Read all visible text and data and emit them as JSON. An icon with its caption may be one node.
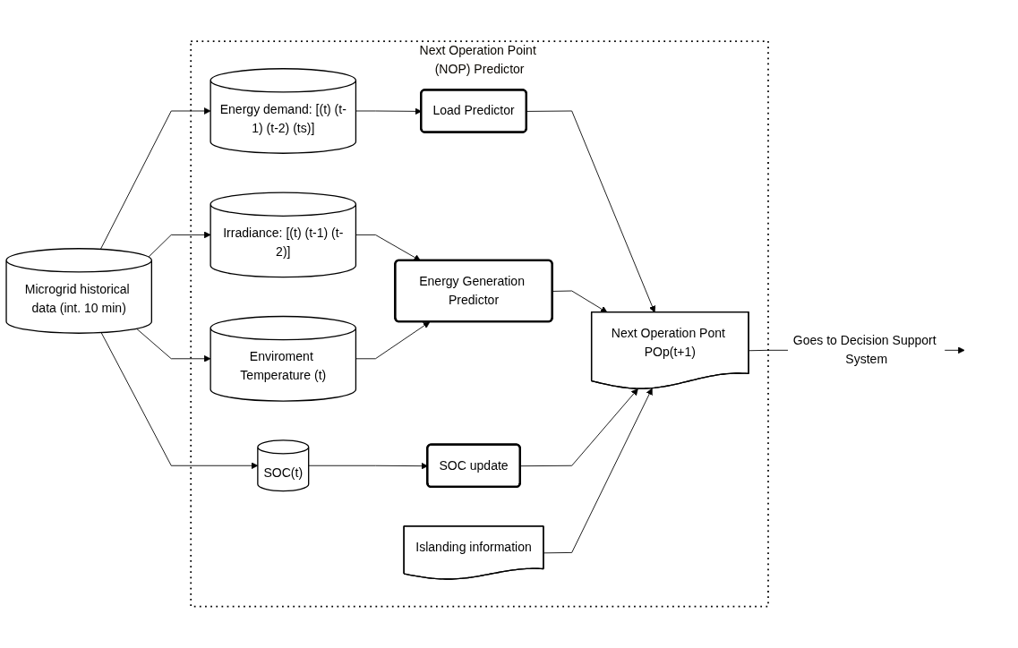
{
  "diagram": {
    "nodes": [
      {
        "text": [
          "Microgrid historical data (int. 10 min)"
        ]
      },
      {
        "text": [
          "Next Operation Point (NOP) Predictor"
        ]
      },
      {
        "text": [
          "Energy demand: [(t) (t-1) (t-2) (ts)]"
        ],
        "in": 1
      },
      {
        "text": [
          "Load Predictor"
        ],
        "in": 1
      },
      {
        "text": [
          "Irradiance: [(t) (t-1) (t-2)]"
        ],
        "in": 1
      },
      {
        "text": [
          "Energy Generation Predictor"
        ],
        "in": 1
      },
      {
        "text": [
          "Next Operation Pont POp(t+1)"
        ],
        "in": 1
      },
      {
        "text": [
          "Enviroment Temperature (t)"
        ],
        "in": 1
      },
      {
        "text": [
          "SOC(t)"
        ],
        "in": 1
      },
      {
        "text": [
          "SOC update"
        ],
        "in": 1
      },
      {
        "text": [
          "Islanding information"
        ],
        "in": 1
      }
    ],
    "edges": [
      {
        "from": 0,
        "to": 2,
        "arrow": "to"
      },
      {
        "from": 0,
        "to": 4,
        "arrow": "to"
      },
      {
        "from": 0,
        "to": 7,
        "arrow": "to"
      },
      {
        "from": 0,
        "to": 8,
        "arrow": "to"
      },
      {
        "from": 2,
        "to": 3,
        "arrow": "to"
      },
      {
        "from": 3,
        "to": 6,
        "arrow": "to"
      },
      {
        "from": 4,
        "to": 5,
        "arrow": "to"
      },
      {
        "from": 7,
        "to": 5,
        "arrow": "to"
      },
      {
        "from": 5,
        "to": 6,
        "arrow": "to"
      },
      {
        "from": 8,
        "to": 9,
        "arrow": "to"
      },
      {
        "from": 9,
        "to": 6,
        "arrow": "to"
      },
      {
        "from": 10,
        "to": 6,
        "arrow": "to"
      },
      {
        "from": 6,
        "to": null,
        "arrow": "to",
        "label": "Goes to Decision Support System"
      }
    ]
  }
}
